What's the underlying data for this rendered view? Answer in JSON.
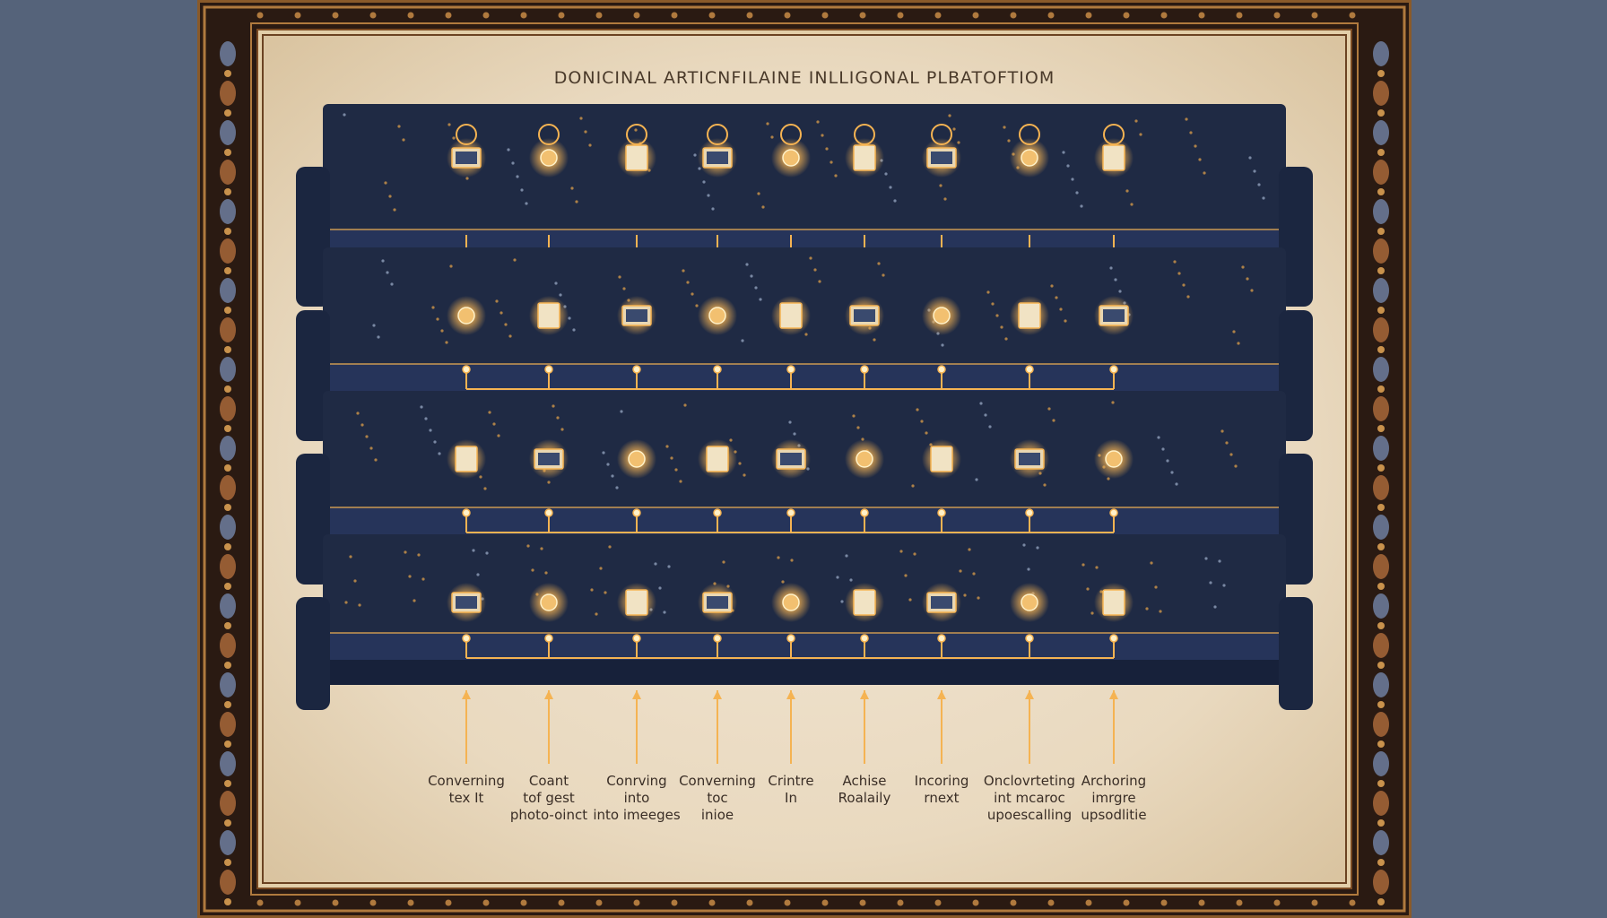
{
  "title": "DONICINAL ARTICNFILAINE INLLIGONAL PLBATOFTIOM",
  "captions": [
    [
      "Converning",
      "tex  It"
    ],
    [
      "Coant",
      "tof gest",
      "photo-oinct"
    ],
    [
      "Conrving",
      "into",
      "into imeeges"
    ],
    [
      "Converning",
      "toc",
      "inioe"
    ],
    [
      "Crintre",
      "In"
    ],
    [
      "Achise",
      "Roalaily"
    ],
    [
      "Incoring",
      "rnext"
    ],
    [
      "Onclovrteting",
      "int mcaroc",
      "upoescalling"
    ],
    [
      "Archoring",
      "imrgre",
      "upsodlitie"
    ]
  ],
  "colors": {
    "background": "#55637a",
    "frame": "#2a1a12",
    "parchment": "#ede0c9",
    "panel": "#1f2a44",
    "glow": "#f5b352"
  }
}
